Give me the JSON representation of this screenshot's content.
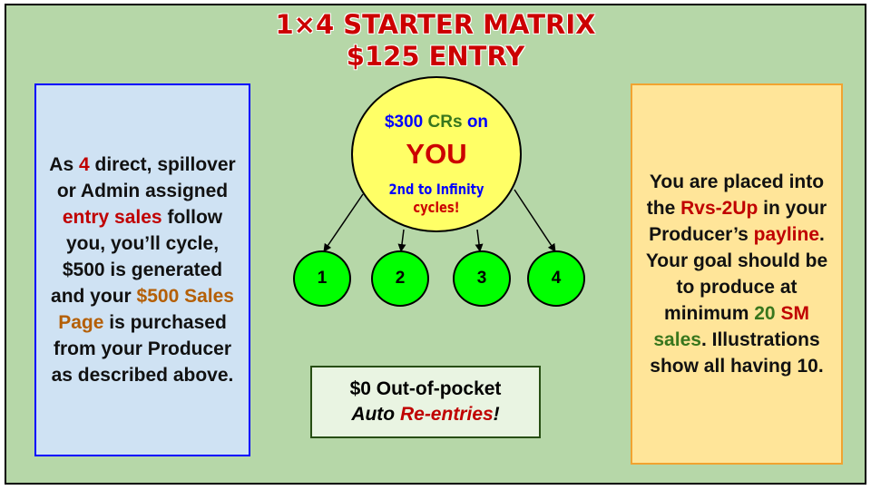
{
  "title": {
    "line1": "1×4 STARTER MATRIX",
    "line2": "$125 ENTRY"
  },
  "left_panel": {
    "t1": "As ",
    "n1": "4",
    "t2": " direct, spillover or Admin assigned ",
    "h1": "entry sales",
    "t3": "  follow you, you’ll cycle, $500 is generated and your ",
    "h2": "$500 Sales Page",
    "t4": " is purchased from your Producer as described above."
  },
  "center_circle": {
    "amount": "$300",
    "crs": "CRs",
    "on": "on",
    "you": "YOU",
    "line3": "2nd to Infinity",
    "line4": "cycles!"
  },
  "nodes": [
    "1",
    "2",
    "3",
    "4"
  ],
  "bottom_box": {
    "line1": "$0 Out-of-pocket",
    "auto": "Auto ",
    "reentries": "Re-entries",
    "bang": "!"
  },
  "right_panel": {
    "t1": "You are placed into the ",
    "h1": "Rvs-2Up",
    "t2": " in your Producer’s ",
    "h2": "payline",
    "t3": ". Your goal should be to produce at minimum ",
    "n1": "20",
    "h3": "SM",
    "h4": "sales",
    "t4": ". Illustrations show all having 10."
  },
  "colors": {
    "background": "#b6d7a8",
    "title_red": "#cc0000",
    "left_panel_fill": "#cfe2f3",
    "left_panel_border": "#0000ff",
    "right_panel_fill": "#ffe599",
    "right_panel_border": "#f1a330",
    "circle_yellow": "#ffff66",
    "node_green": "#00ff00",
    "accent_orange": "#b45f06",
    "accent_green": "#38761d"
  }
}
